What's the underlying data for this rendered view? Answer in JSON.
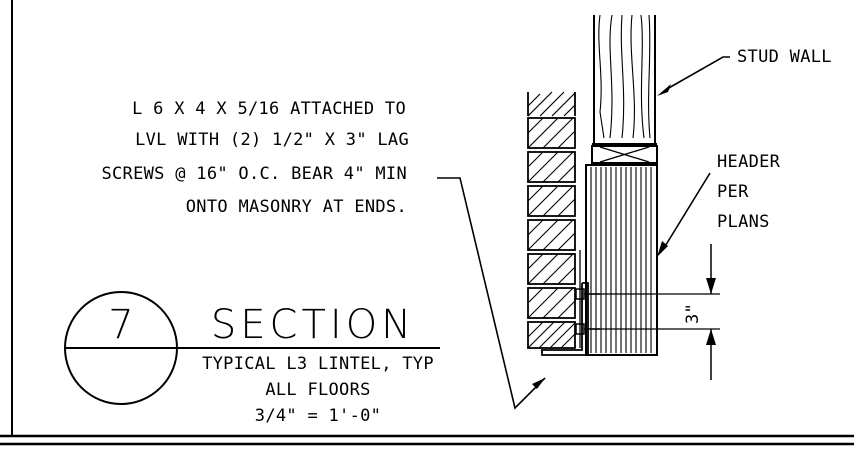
{
  "detail": {
    "number": "7",
    "title": "SECTION",
    "subtitle_line1": "TYPICAL L3 LINTEL, TYP",
    "subtitle_line2": "ALL FLOORS",
    "scale": "3/4\" = 1'-0\""
  },
  "notes": {
    "lintel_line1": "L 6 X 4 X 5/16 ATTACHED TO",
    "lintel_line2": "LVL WITH (2) 1/2\" X 3\" LAG",
    "lintel_line3": "SCREWS @ 16\" O.C. BEAR 4\" MIN",
    "lintel_line4": "ONTO MASONRY AT ENDS.",
    "stud_wall": "STUD WALL",
    "header_line1": "HEADER",
    "header_line2": "PER",
    "header_line3": "PLANS"
  },
  "dimension": {
    "bolt_spacing": "3\""
  },
  "colors": {
    "ink": "#000000",
    "paper": "#ffffff"
  }
}
